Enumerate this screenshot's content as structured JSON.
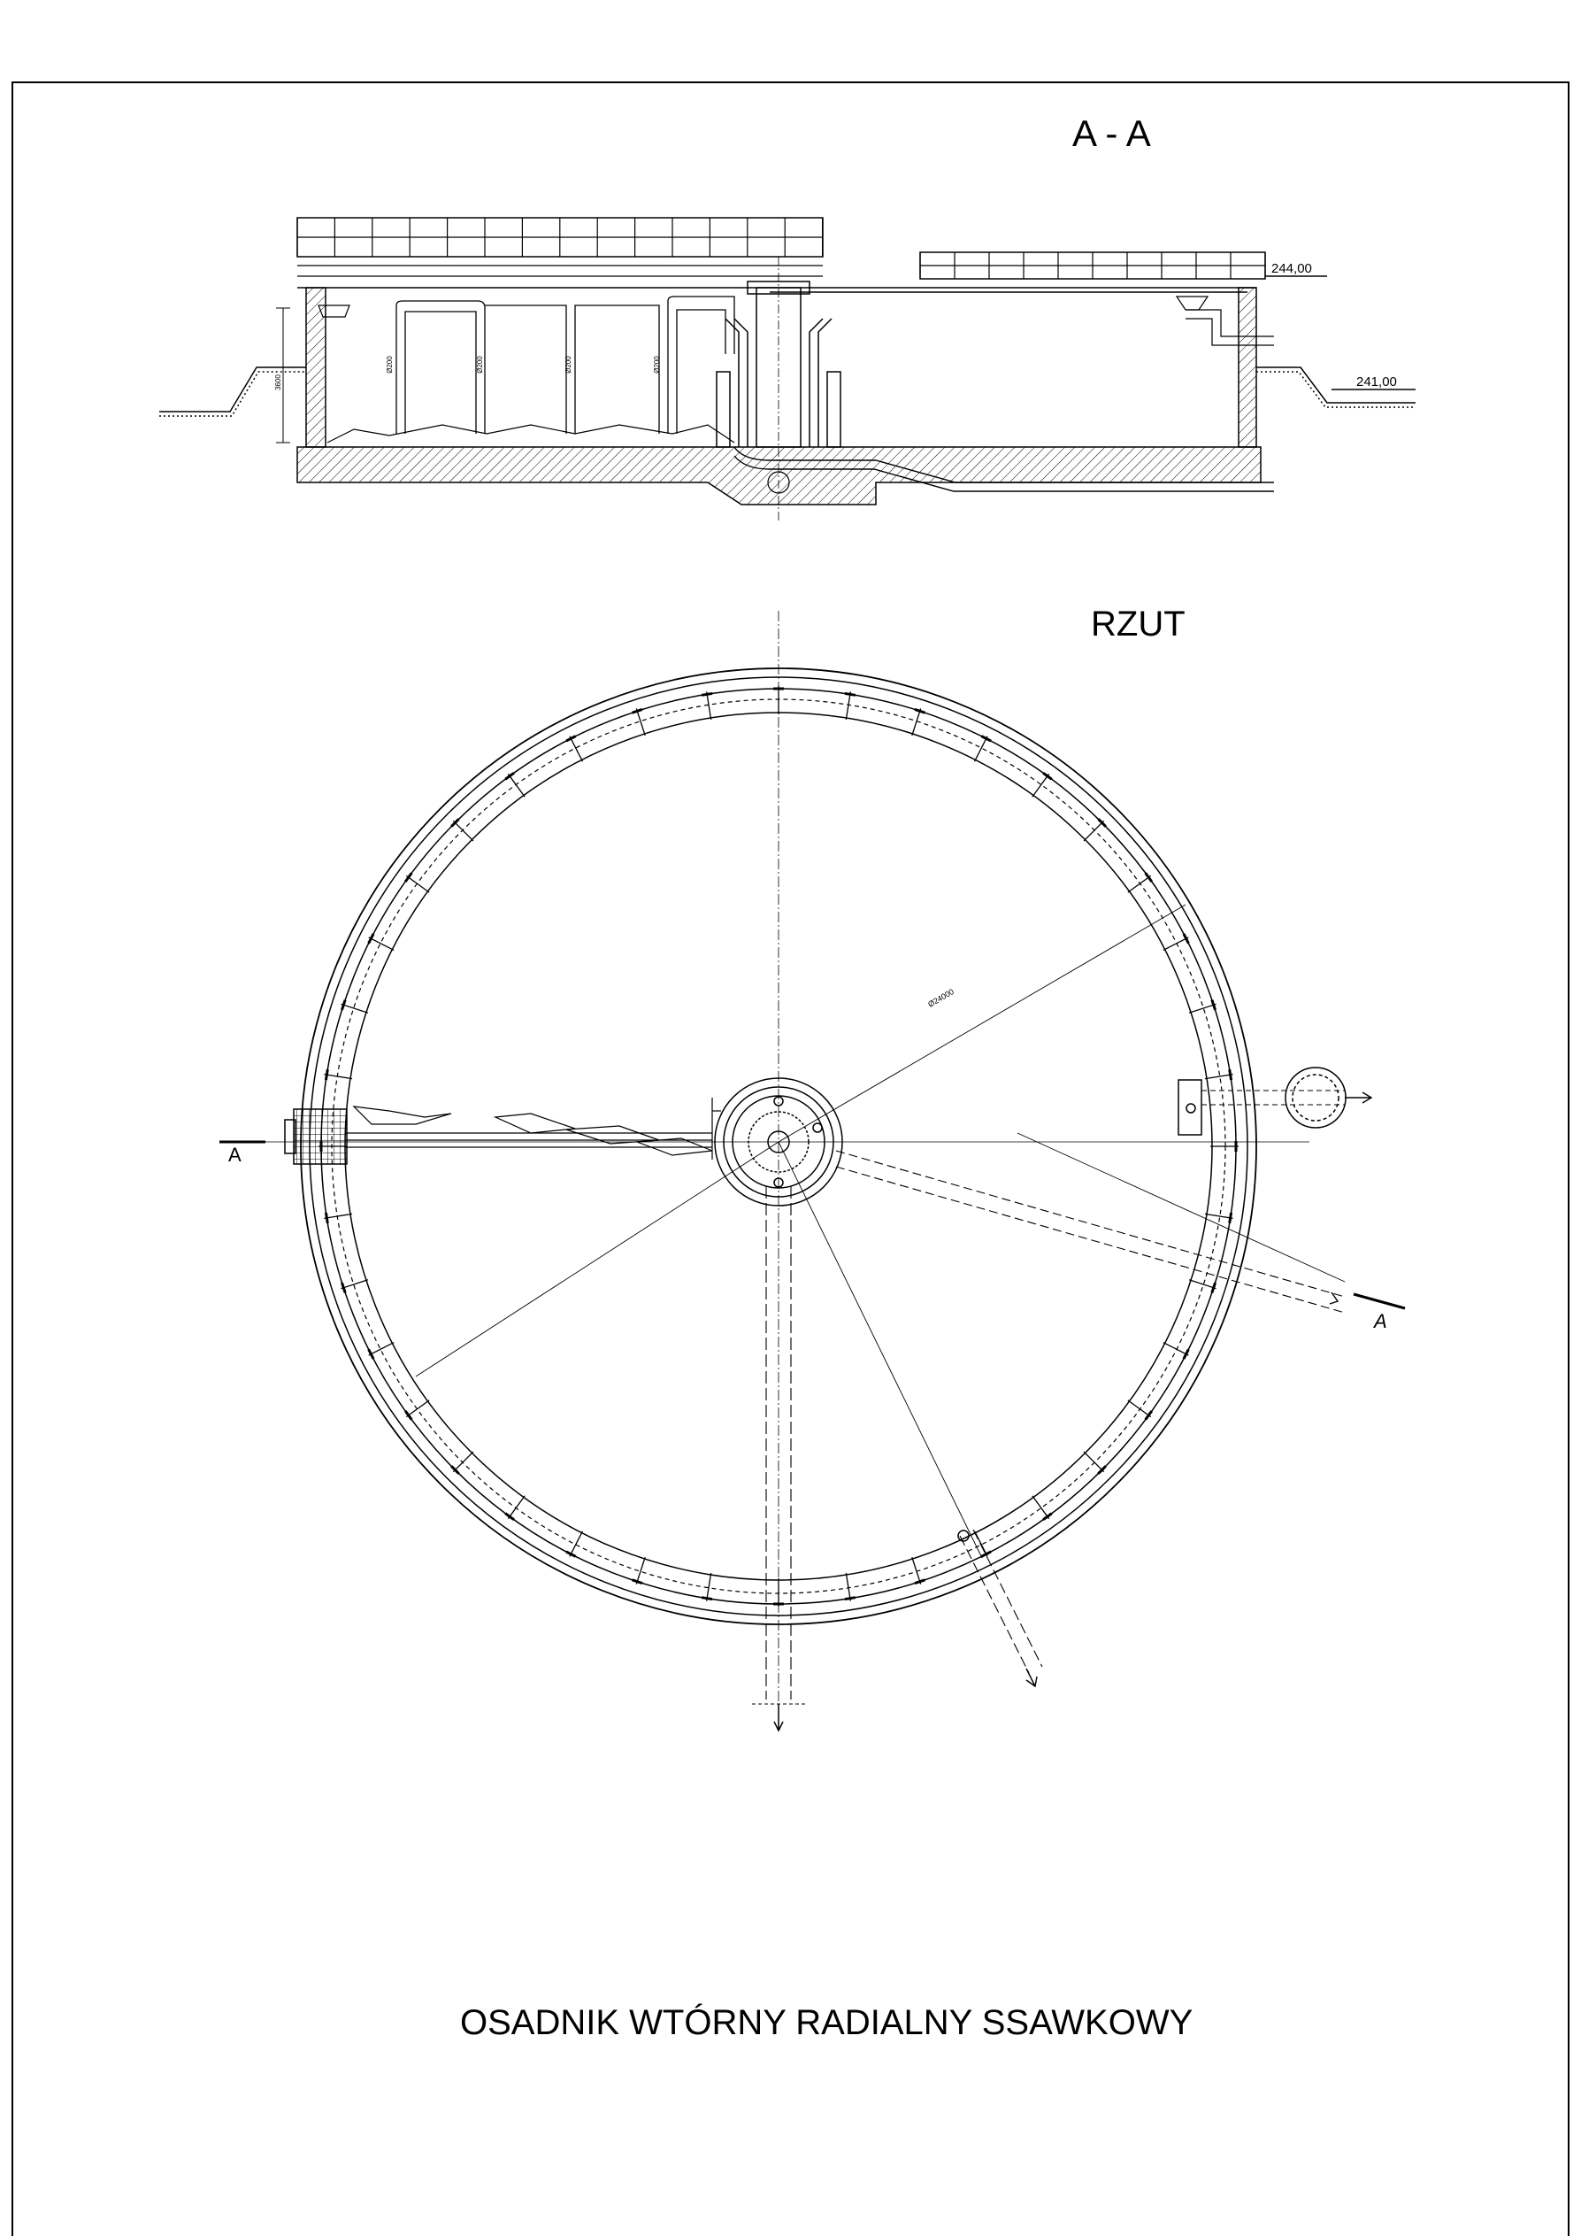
{
  "section_title": "A - A",
  "plan_title": "RZUT",
  "drawing_title": "OSADNIK WTÓRNY RADIALNY SSAWKOWY",
  "levels": {
    "top": "244,00",
    "ground": "241,00"
  },
  "dimension_labels": {
    "height": "3600",
    "pipe": "Ø200",
    "diameter": "Ø24000"
  },
  "section_markers": {
    "left": "A",
    "right": "A"
  }
}
